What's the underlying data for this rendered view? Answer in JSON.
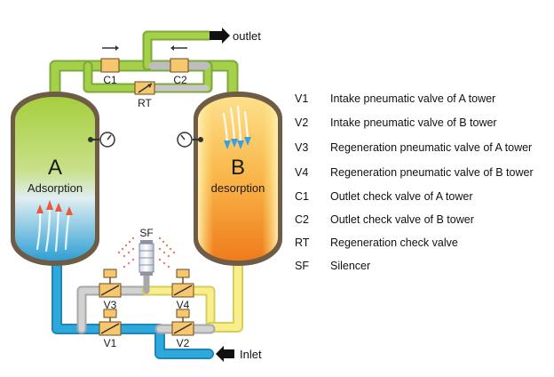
{
  "diagram": {
    "labels": {
      "outlet": "outlet",
      "inlet": "Inlet",
      "c1": "C1",
      "c2": "C2",
      "rt": "RT",
      "sf": "SF",
      "v1": "V1",
      "v2": "V2",
      "v3": "V3",
      "v4": "V4"
    },
    "tower_a": {
      "letter": "A",
      "label": "Adsorption"
    },
    "tower_b": {
      "letter": "B",
      "label": "desorption"
    },
    "colors": {
      "dry_air_pipe": "#8cc63f",
      "wet_air_pipe": "#2aa3d8",
      "regen_pipe": "#f7ee8a",
      "idle_pipe": "#c9c9c9",
      "tower_shell": "#6e5d48",
      "tower_a_top": "#9cc83c",
      "tower_a_bottom": "#3aa6d6",
      "tower_b_top": "#fbd25a",
      "tower_b_bottom": "#f07a1c",
      "valve_body": "#f6c76e"
    }
  },
  "legend": [
    {
      "code": "V1",
      "desc": "Intake pneumatic valve of A tower"
    },
    {
      "code": "V2",
      "desc": "Intake pneumatic valve of B tower"
    },
    {
      "code": "V3",
      "desc": "Regeneration pneumatic valve of A tower"
    },
    {
      "code": "V4",
      "desc": "Regeneration pneumatic valve of B tower"
    },
    {
      "code": "C1",
      "desc": "Outlet check valve of A tower"
    },
    {
      "code": "C2",
      "desc": "Outlet check valve of B tower"
    },
    {
      "code": "RT",
      "desc": "Regeneration check valve"
    },
    {
      "code": "SF",
      "desc": "Silencer"
    }
  ]
}
